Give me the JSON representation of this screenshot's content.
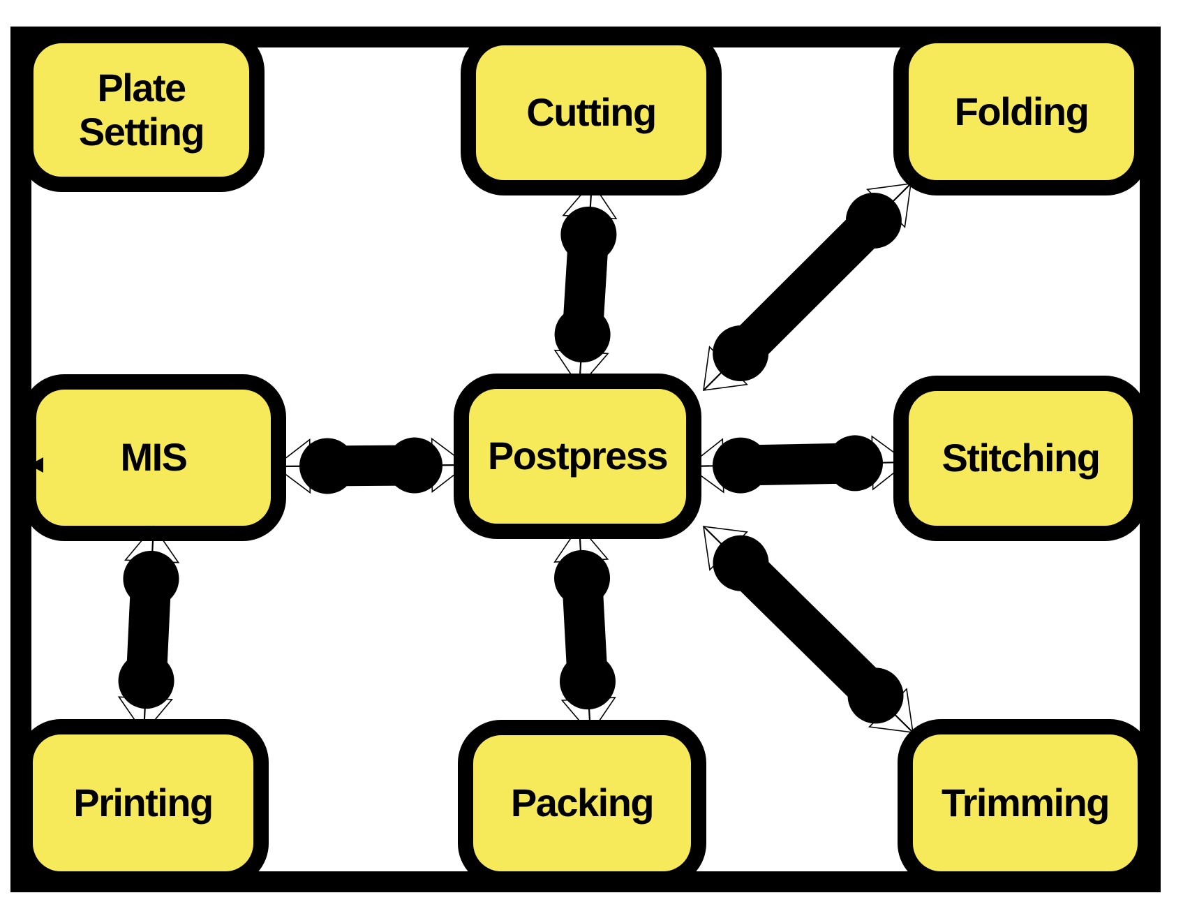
{
  "diagram": {
    "nodes": [
      {
        "id": "plate-setting",
        "label": "Plate Setting"
      },
      {
        "id": "cutting",
        "label": "Cutting"
      },
      {
        "id": "folding",
        "label": "Folding"
      },
      {
        "id": "mis",
        "label": "MIS"
      },
      {
        "id": "postpress",
        "label": "Postpress"
      },
      {
        "id": "stitching",
        "label": "Stitching"
      },
      {
        "id": "printing",
        "label": "Printing"
      },
      {
        "id": "packing",
        "label": "Packing"
      },
      {
        "id": "trimming",
        "label": "Trimming"
      }
    ],
    "edges": [
      {
        "from": "cutting",
        "to": "postpress",
        "arrows": "both"
      },
      {
        "from": "folding",
        "to": "postpress",
        "arrows": "both"
      },
      {
        "from": "mis",
        "to": "postpress",
        "arrows": "both"
      },
      {
        "from": "postpress",
        "to": "stitching",
        "arrows": "both"
      },
      {
        "from": "postpress",
        "to": "packing",
        "arrows": "both"
      },
      {
        "from": "postpress",
        "to": "trimming",
        "arrows": "both"
      },
      {
        "from": "mis",
        "to": "printing",
        "arrows": "both"
      },
      {
        "from": "mis",
        "to": "offscreen-left",
        "arrows": "end"
      }
    ],
    "colors": {
      "node_fill": "#F6E95A",
      "outline": "#000000",
      "edge": "#000000",
      "background": "#FFFFFF"
    }
  }
}
